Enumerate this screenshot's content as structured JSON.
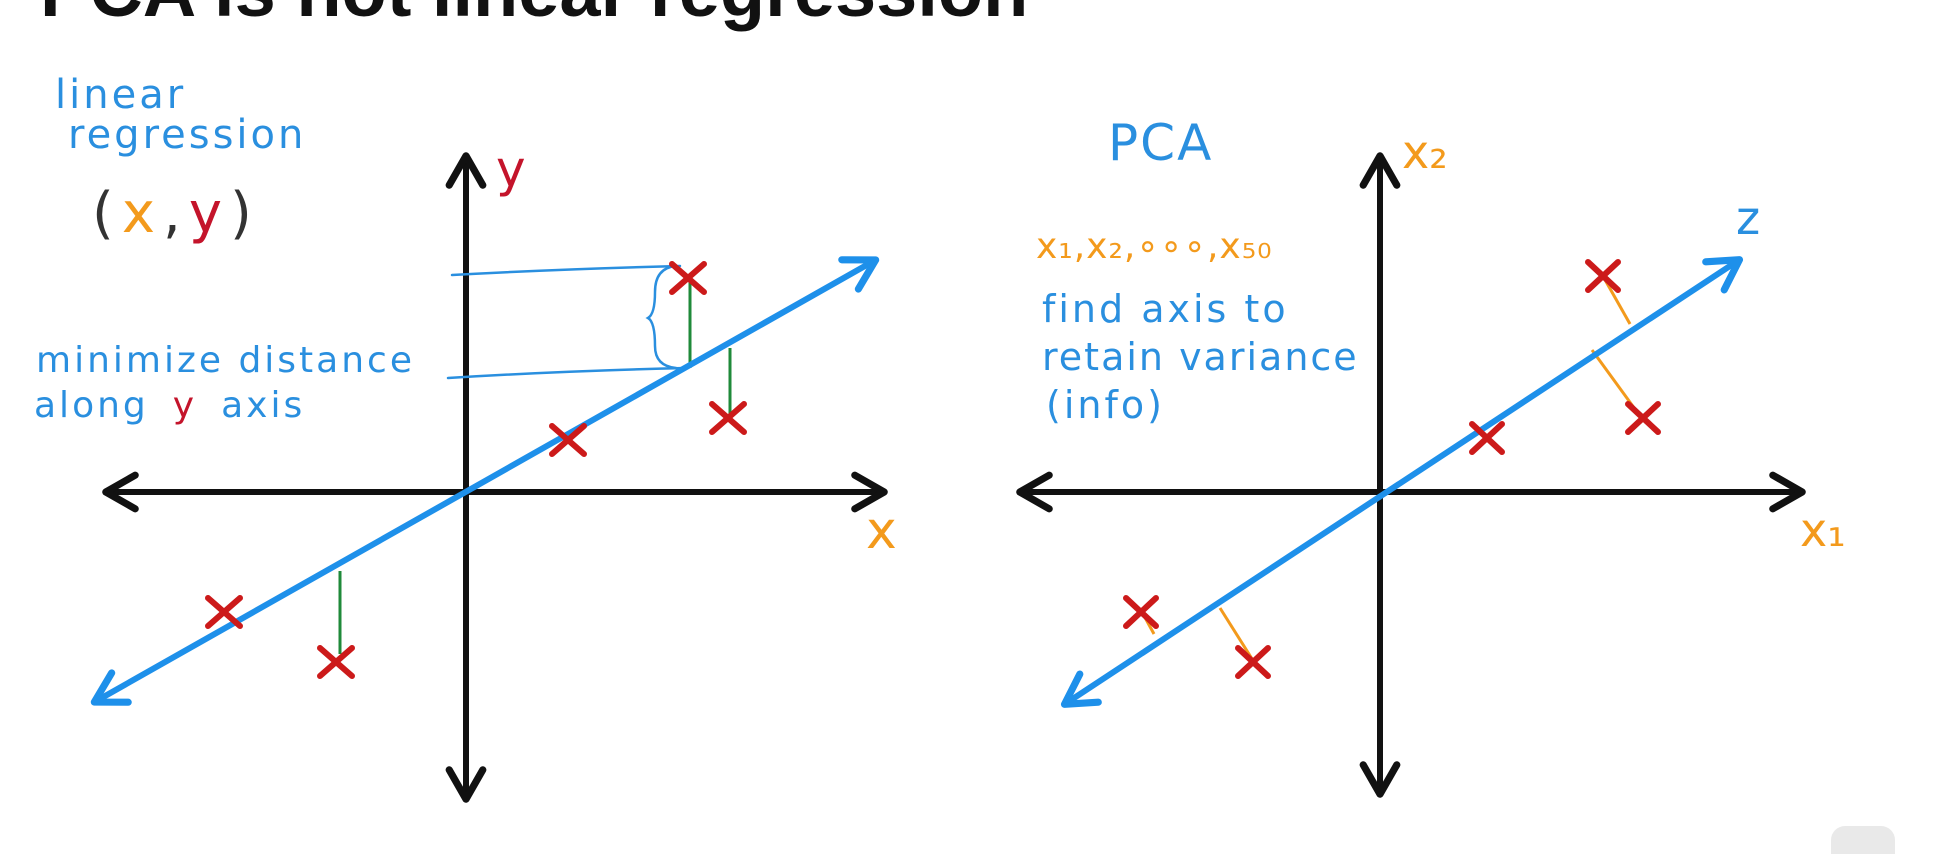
{
  "title": "PCA is not linear regression",
  "colors": {
    "axis": "#111111",
    "fit_line": "#1e90ea",
    "point": "#cc1a1a",
    "residual_vertical": "#1f8a3a",
    "projection": "#f39a1c",
    "label_blue": "#2a8fdf",
    "label_orange": "#f39a1c",
    "label_red": "#c4142b",
    "label_dark": "#333333"
  },
  "left_panel": {
    "heading_line1": "linear",
    "heading_line2": "regression",
    "pair": {
      "open": "(",
      "x": "x",
      "comma": ",",
      "y": "y",
      "close": ")"
    },
    "note_line1": "minimize distance",
    "note_line2_prefix": "along",
    "note_line2_y": "y",
    "note_line2_suffix": "axis",
    "y_axis_label": "y",
    "x_axis_label": "x"
  },
  "right_panel": {
    "heading": "PCA",
    "features_label": "x₁,x₂,∘∘∘,x₅₀",
    "note_line1": "find axis to",
    "note_line2": "retain variance",
    "note_line3": "(info)",
    "vertical_axis_label": "x₂",
    "horizontal_axis_label": "x₁",
    "new_axis_label": "z"
  }
}
